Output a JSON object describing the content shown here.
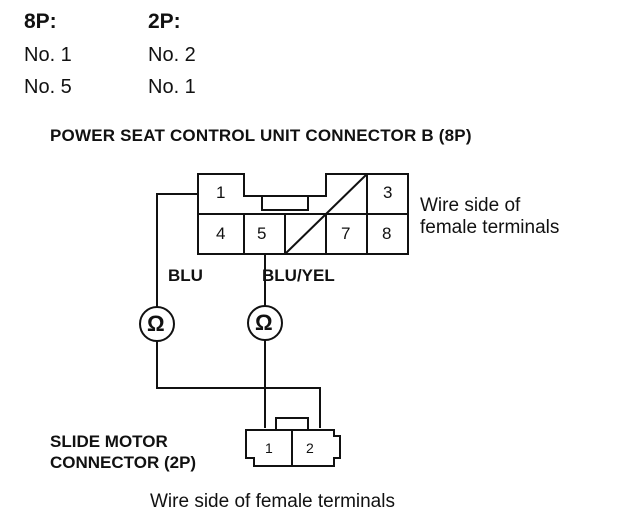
{
  "table": {
    "col1_header": "8P:",
    "col2_header": "2P:",
    "rows": [
      {
        "c1": "No. 1",
        "c2": "No. 2"
      },
      {
        "c1": "No. 5",
        "c2": "No. 1"
      }
    ]
  },
  "connector_b": {
    "title": "POWER SEAT CONTROL UNIT CONNECTOR B (8P)",
    "pins": {
      "p1": "1",
      "p3": "3",
      "p4": "4",
      "p5": "5",
      "p7": "7",
      "p8": "8"
    },
    "note_line1": "Wire side of",
    "note_line2": "female terminals"
  },
  "wires": {
    "left": "BLU",
    "right": "BLU/YEL"
  },
  "meter_symbol": "Ω",
  "slide_motor": {
    "label_line1": "SLIDE MOTOR",
    "label_line2": "CONNECTOR (2P)",
    "pins": {
      "p1": "1",
      "p2": "2"
    },
    "note": "Wire side of female terminals"
  }
}
